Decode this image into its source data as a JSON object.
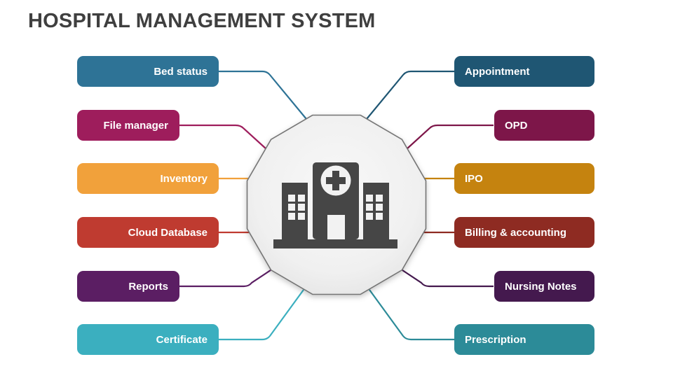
{
  "title": "HOSPITAL MANAGEMENT SYSTEM",
  "title_color": "#3f3f3f",
  "center": {
    "shape": "decagon-badge",
    "fill_inner": "#f7f7f7",
    "fill_outer": "#e7e7e7",
    "border_color": "#757575",
    "icon": "hospital-building-icon",
    "icon_color": "#464646"
  },
  "left_items": [
    {
      "label": "Bed status",
      "color": "#2e7396"
    },
    {
      "label": "File manager",
      "color": "#9e1d5c"
    },
    {
      "label": "Inventory",
      "color": "#f1a13b"
    },
    {
      "label": "Cloud Database",
      "color": "#bf3b30"
    },
    {
      "label": "Reports",
      "color": "#5b1e63"
    },
    {
      "label": "Certificate",
      "color": "#3bafbf"
    }
  ],
  "right_items": [
    {
      "label": "Appointment",
      "color": "#1f5673"
    },
    {
      "label": "OPD",
      "color": "#7d1649"
    },
    {
      "label": "IPO",
      "color": "#c5830f"
    },
    {
      "label": "Billing & accounting",
      "color": "#8e2b22"
    },
    {
      "label": "Nursing Notes",
      "color": "#44194e"
    },
    {
      "label": "Prescription",
      "color": "#2c8b98"
    }
  ]
}
